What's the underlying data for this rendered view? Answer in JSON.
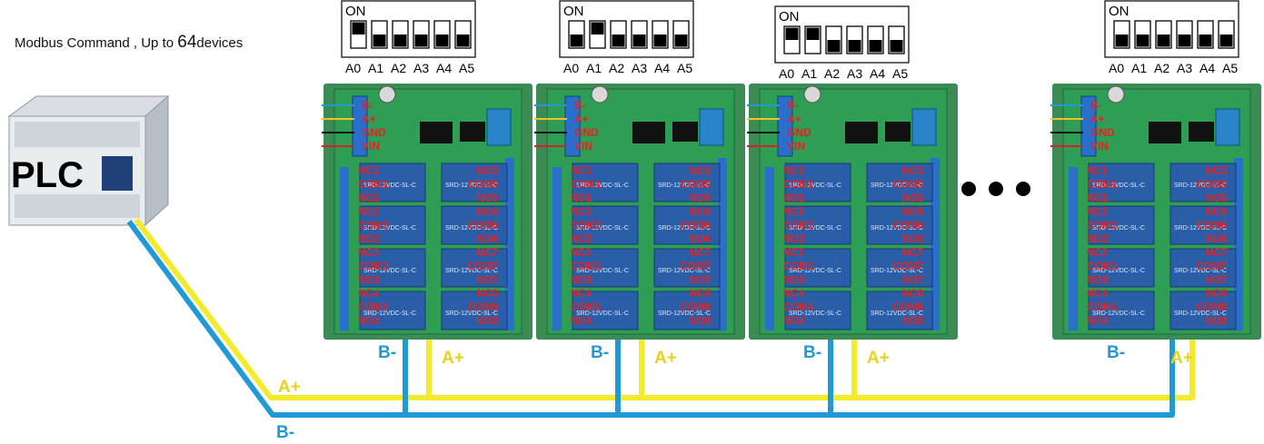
{
  "caption": {
    "prefix": "Modbus Command , Up to ",
    "count": "64",
    "suffix": "devices"
  },
  "plc": {
    "label": "PLC"
  },
  "dip": {
    "on_label": "ON",
    "address_labels": [
      "A0",
      "A1",
      "A2",
      "A3",
      "A4",
      "A5"
    ],
    "switch_states": [
      [
        1,
        0,
        0,
        0,
        0,
        0
      ],
      [
        0,
        1,
        0,
        0,
        0,
        0
      ],
      [
        1,
        1,
        0,
        0,
        0,
        0
      ],
      [
        0,
        0,
        0,
        0,
        0,
        0
      ]
    ]
  },
  "board": {
    "power_pins": [
      "B-",
      "A+",
      "GND",
      "VIN"
    ],
    "left_terminals": [
      "NC1",
      "COM1",
      "NO1",
      "NC2",
      "COM2",
      "NO2",
      "NC3",
      "COM3",
      "NO3",
      "NC4",
      "COM4",
      "NO4"
    ],
    "right_terminals": [
      "NC5",
      "COM5",
      "NO5",
      "NC6",
      "COM6",
      "NO6",
      "NC7",
      "COM7",
      "NO7",
      "NC8",
      "COM8",
      "NO8"
    ],
    "relay_text": "SRD-12VDC-SL-C"
  },
  "bus": {
    "b_label": "B-",
    "a_label": "A+",
    "b_color": "#1f9ad6",
    "a_color": "#f2ea2a"
  },
  "bottom_labels": {
    "a": "A+",
    "b": "B-"
  },
  "colors": {
    "board": "#2f9e55",
    "relay": "#2a5ea8",
    "terminal_text": "#e52222",
    "caption": "#111111"
  }
}
